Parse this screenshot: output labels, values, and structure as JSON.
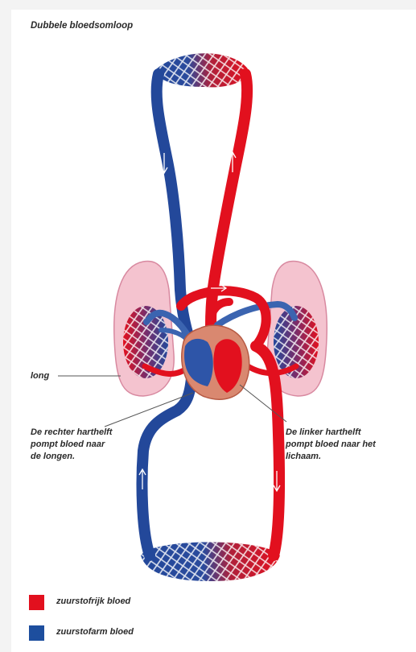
{
  "title": "Dubbele bloedsomloop",
  "labels": {
    "long": "long",
    "right_heart": "De rechter harthelft\npompt bloed naar\nde longen.",
    "left_heart": "De linker harthelft\npompt bloed naar het\nlichaam."
  },
  "legend": [
    {
      "label": "zuurstofrijk bloed",
      "color": "#e2101e"
    },
    {
      "label": "zuurstofarm bloed",
      "color": "#1d4e9e"
    }
  ],
  "colors": {
    "oxygen_rich": "#e2101e",
    "oxygen_poor": "#23489a",
    "lung": "#f4bcc8",
    "heart_wall": "#d98870"
  }
}
